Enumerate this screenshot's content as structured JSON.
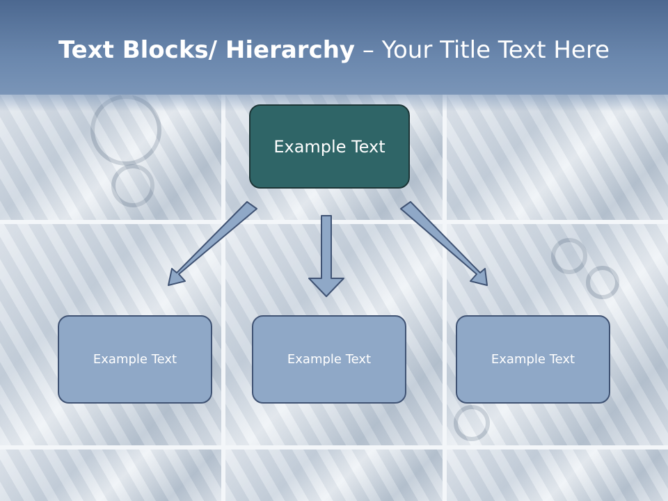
{
  "slide": {
    "title_bold": "Text Blocks/ Hierarchy",
    "title_dash": " – ",
    "title_rest": "Your Title Text Here"
  },
  "hierarchy": {
    "top": {
      "label": "Example Text"
    },
    "children": [
      {
        "label": "Example Text"
      },
      {
        "label": "Example Text"
      },
      {
        "label": "Example Text"
      }
    ]
  },
  "colors": {
    "title_bar": "#5b7aa3",
    "top_box": "#2f6567",
    "child_box": "#8fa8c7",
    "arrow_fill": "#8fa8c7",
    "arrow_stroke": "#3f5273"
  }
}
